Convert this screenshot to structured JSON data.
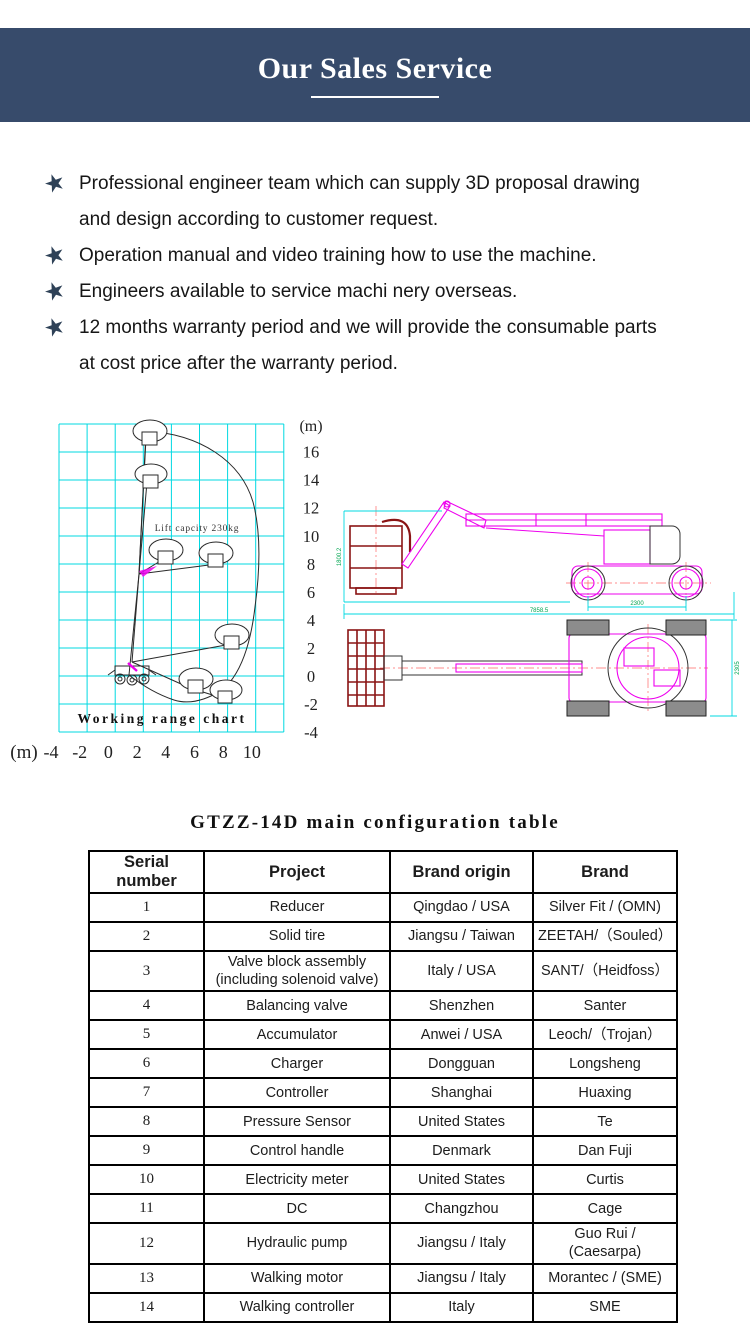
{
  "colors": {
    "band": "#374b6b",
    "star": "#2e4157",
    "cyan": "#00d9e2",
    "magenta": "#ee00ee",
    "green": "#00a550",
    "maroon": "#8a1414",
    "redline": "#ff6a6a",
    "ink": "#1b1b1b"
  },
  "header": {
    "title": "Our Sales Service"
  },
  "services": {
    "items": [
      "Professional engineer team which can supply 3D proposal drawing and design according to customer request.",
      "Operation manual and video training how to use the machine.",
      "Engineers available to service machi nery overseas.",
      "12 months warranty period and we will provide the consumable parts at cost price after the warranty period."
    ],
    "bullet_icon": "star-icon",
    "bullet_glyph": "★"
  },
  "range_chart": {
    "type": "working-envelope-diagram",
    "title": "Working range chart",
    "capacity_label": "Lift capcity 230kg",
    "y_unit": "(m)",
    "x_unit": "(m)",
    "y_ticks": [
      "16",
      "14",
      "12",
      "10",
      "8",
      "6",
      "4",
      "2",
      "0",
      "-2",
      "-4"
    ],
    "x_ticks": [
      "-4",
      "-2",
      "0",
      "2",
      "4",
      "6",
      "8",
      "10"
    ],
    "x_range_m": [
      -4,
      12
    ],
    "y_range_m": [
      -4,
      18
    ],
    "max_outreach_m": 10.2,
    "max_platform_height_m": 17.5
  },
  "diagrams": {
    "views": [
      "side-view",
      "top-view"
    ],
    "dimension_labels": {
      "platform_height": "1800.2",
      "overall_length": "7858.5",
      "wheelbase": "2300",
      "overall_width": "2305"
    }
  },
  "config_table": {
    "title": "GTZZ-14D main configuration table",
    "columns": [
      "Serial number",
      "Project",
      "Brand origin",
      "Brand"
    ],
    "rows": [
      [
        "1",
        "Reducer",
        "Qingdao / USA",
        "Silver Fit / (OMN)"
      ],
      [
        "2",
        "Solid tire",
        "Jiangsu / Taiwan",
        "ZEETAH/（Souled）"
      ],
      [
        "3",
        "Valve block assembly (including solenoid valve)",
        "Italy / USA",
        "SANT/（Heidfoss）"
      ],
      [
        "4",
        "Balancing valve",
        "Shenzhen",
        "Santer"
      ],
      [
        "5",
        "Accumulator",
        "Anwei / USA",
        "Leoch/（Trojan）"
      ],
      [
        "6",
        "Charger",
        "Dongguan",
        "Longsheng"
      ],
      [
        "7",
        "Controller",
        "Shanghai",
        "Huaxing"
      ],
      [
        "8",
        "Pressure Sensor",
        "United States",
        "Te"
      ],
      [
        "9",
        "Control handle",
        "Denmark",
        "Dan Fuji"
      ],
      [
        "10",
        "Electricity meter",
        "United States",
        "Curtis"
      ],
      [
        "11",
        "DC",
        "Changzhou",
        "Cage"
      ],
      [
        "12",
        "Hydraulic pump",
        "Jiangsu / Italy",
        "Guo Rui / (Caesarpa)"
      ],
      [
        "13",
        "Walking motor",
        "Jiangsu / Italy",
        "Morantec / (SME)"
      ],
      [
        "14",
        "Walking controller",
        "Italy",
        "SME"
      ]
    ]
  }
}
